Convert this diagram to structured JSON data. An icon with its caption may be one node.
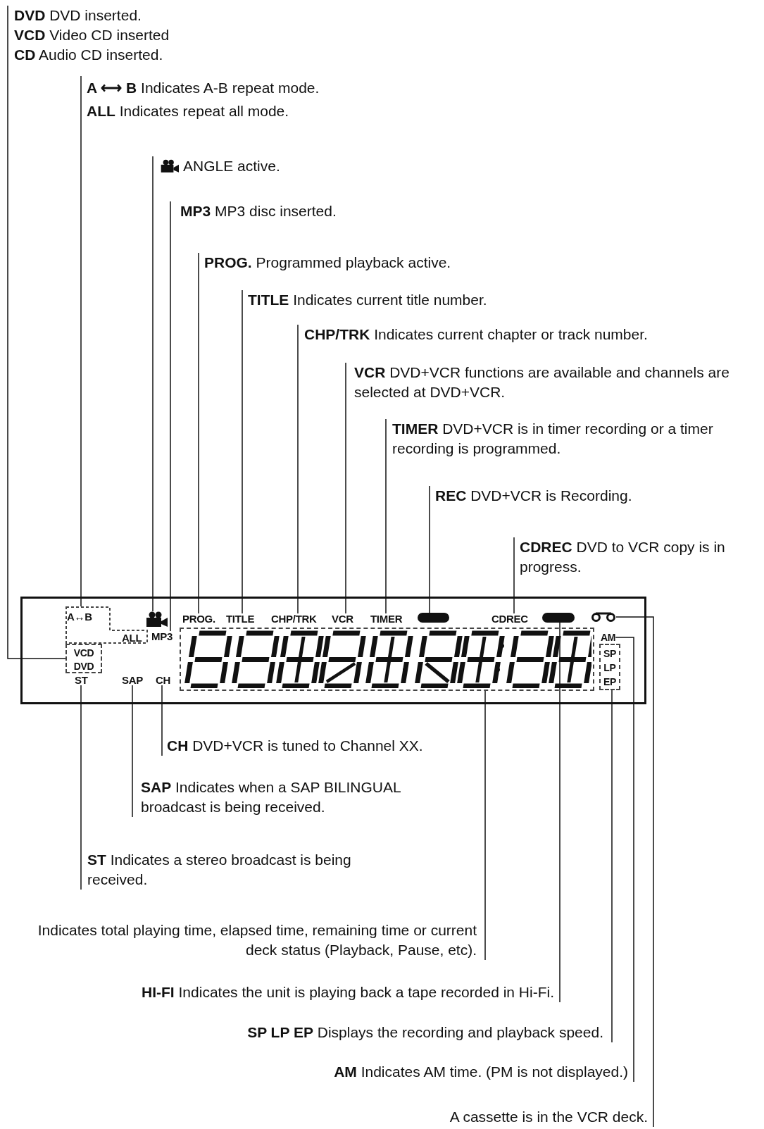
{
  "diagram": {
    "nodes": [
      {
        "text": [
          "**DVD** DVD inserted.",
          "**VCD** Video CD inserted",
          "**CD** Audio CD inserted."
        ]
      },
      {
        "text": [
          "**A ⟷ B** Indicates A-B repeat mode.",
          "**ALL** Indicates repeat all mode."
        ]
      },
      {
        "text": [
          "ANGLE active."
        ]
      },
      {
        "text": [
          "**MP3** MP3 disc inserted."
        ]
      },
      {
        "text": [
          "**PROG.** Programmed playback active."
        ]
      },
      {
        "text": [
          "**TITLE** Indicates current title number."
        ]
      },
      {
        "text": [
          "**CHP/TRK** Indicates current chapter or track number."
        ]
      },
      {
        "text": [
          "**VCR** DVD+VCR functions are available and channels are selected at DVD+VCR."
        ]
      },
      {
        "text": [
          "**TIMER** DVD+VCR is in timer recording or a timer recording is programmed."
        ]
      },
      {
        "text": [
          "**REC** DVD+VCR is Recording."
        ]
      },
      {
        "text": [
          "**CDREC** DVD to VCR copy is in progress."
        ]
      },
      {
        "text": [],
        "shape": "box"
      },
      {
        "text": [
          "A↔B",
          "ALL"
        ],
        "in": 11
      },
      {
        "text": [],
        "shape": "camera",
        "in": 11
      },
      {
        "text": [
          "PROG."
        ],
        "in": 11
      },
      {
        "text": [
          "TITLE"
        ],
        "in": 11
      },
      {
        "text": [
          "CHP/TRK"
        ],
        "in": 11
      },
      {
        "text": [
          "VCR"
        ],
        "in": 11
      },
      {
        "text": [
          "TIMER"
        ],
        "in": 11
      },
      {
        "text": [],
        "shape": "bar",
        "in": 11
      },
      {
        "text": [
          "CDREC"
        ],
        "in": 11
      },
      {
        "text": [],
        "shape": "bar",
        "in": 11
      },
      {
        "text": [],
        "shape": "cassette",
        "in": 11
      },
      {
        "text": [
          "MP3"
        ],
        "in": 11
      },
      {
        "text": [
          "AM"
        ],
        "in": 11
      },
      {
        "text": [],
        "shape": "box",
        "in": 11
      },
      {
        "text": [
          "VCD",
          "DVD"
        ],
        "in": 11
      },
      {
        "text": [
          "SP",
          "LP",
          "EP"
        ],
        "in": 11
      },
      {
        "text": [
          "ST"
        ],
        "in": 11
      },
      {
        "text": [
          "SAP"
        ],
        "in": 11
      },
      {
        "text": [
          "CH"
        ],
        "in": 11
      },
      {
        "text": [
          "**CH** DVD+VCR is tuned to Channel XX."
        ]
      },
      {
        "text": [
          "**SAP** Indicates when a SAP BILINGUAL broadcast is being received."
        ]
      },
      {
        "text": [
          "**ST** Indicates a stereo broadcast is being received."
        ]
      },
      {
        "text": [
          "Indicates total playing time, elapsed time, remaining time or current deck status (Playback, Pause, etc)."
        ]
      },
      {
        "text": [
          "**HI-FI** Indicates the unit is playing back a tape recorded in Hi-Fi."
        ]
      },
      {
        "text": [
          "**SP LP EP** Displays the recording and playback speed."
        ]
      },
      {
        "text": [
          "**AM** Indicates AM time. (PM is not displayed.)"
        ]
      },
      {
        "text": [
          "A cassette is in the VCR deck."
        ]
      }
    ],
    "edges": [
      {
        "from": 0,
        "to": 26,
        "arrow": "none"
      },
      {
        "from": 1,
        "to": 12,
        "arrow": "none"
      },
      {
        "from": 2,
        "to": 13,
        "arrow": "none"
      },
      {
        "from": 3,
        "to": 23,
        "arrow": "none"
      },
      {
        "from": 4,
        "to": 14,
        "arrow": "none"
      },
      {
        "from": 5,
        "to": 15,
        "arrow": "none"
      },
      {
        "from": 6,
        "to": 16,
        "arrow": "none"
      },
      {
        "from": 7,
        "to": 17,
        "arrow": "none"
      },
      {
        "from": 8,
        "to": 18,
        "arrow": "none"
      },
      {
        "from": 9,
        "to": 19,
        "arrow": "none"
      },
      {
        "from": 10,
        "to": 20,
        "arrow": "none"
      },
      {
        "from": 31,
        "to": 30,
        "arrow": "none"
      },
      {
        "from": 32,
        "to": 29,
        "arrow": "none"
      },
      {
        "from": 33,
        "to": 28,
        "arrow": "none"
      },
      {
        "from": 34,
        "to": 25,
        "arrow": "none"
      },
      {
        "from": 35,
        "to": 21,
        "arrow": "none"
      },
      {
        "from": 36,
        "to": 27,
        "arrow": "none"
      },
      {
        "from": 37,
        "to": 24,
        "arrow": "none"
      },
      {
        "from": 38,
        "to": 22,
        "arrow": "none"
      }
    ]
  }
}
